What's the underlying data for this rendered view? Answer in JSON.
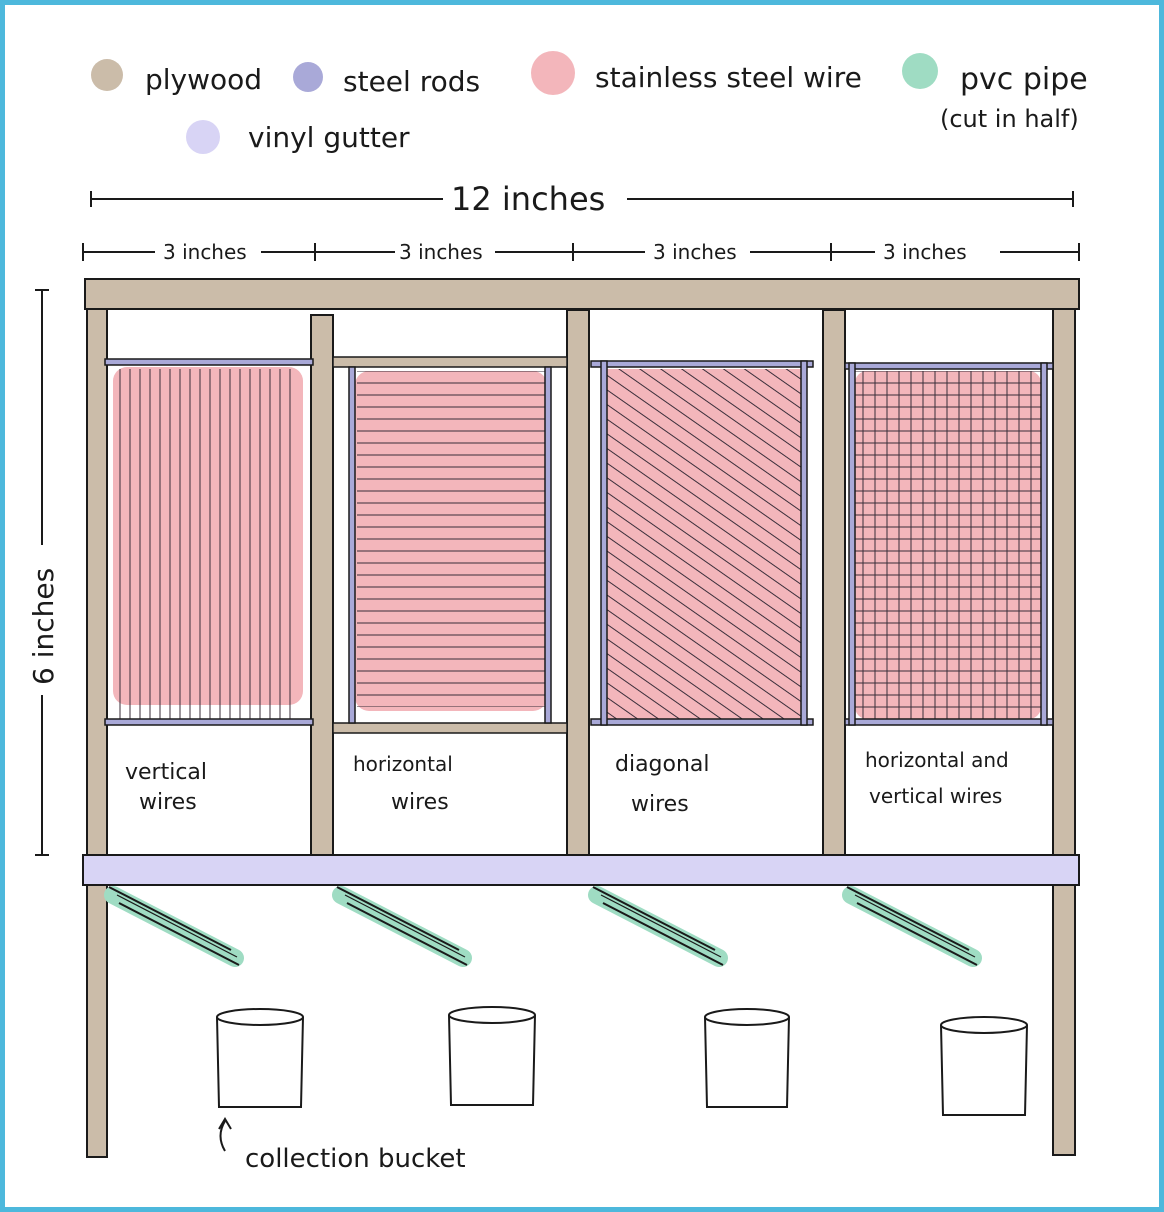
{
  "colors": {
    "plywood": "#cbbca9",
    "steel_rods": "#a9a9d8",
    "stainless_wire": "#f3b6bb",
    "pvc_pipe": "#9fdcc3",
    "vinyl_gutter": "#d8d4f5",
    "frame_border": "#4db8dc",
    "ink": "#1a1a1a"
  },
  "legend": [
    {
      "key": "plywood",
      "label": "plywood"
    },
    {
      "key": "steel_rods",
      "label": "steel rods"
    },
    {
      "key": "stainless_wire",
      "label": "stainless steel wire"
    },
    {
      "key": "pvc_pipe",
      "label": "pvc pipe",
      "note": "(cut in half)"
    },
    {
      "key": "vinyl_gutter",
      "label": "vinyl gutter"
    }
  ],
  "dimensions": {
    "total_width": "12 inches",
    "section_width": "3 inches",
    "height": "6 inches"
  },
  "panels": [
    {
      "pattern": "vertical",
      "label_lines": [
        "vertical",
        "wires"
      ]
    },
    {
      "pattern": "horizontal",
      "label_lines": [
        "horizontal",
        "wires"
      ]
    },
    {
      "pattern": "diagonal",
      "label_lines": [
        "diagonal",
        "wires"
      ]
    },
    {
      "pattern": "grid",
      "label_lines": [
        "horizontal and",
        "vertical wires"
      ]
    }
  ],
  "bucket_label": "collection bucket"
}
